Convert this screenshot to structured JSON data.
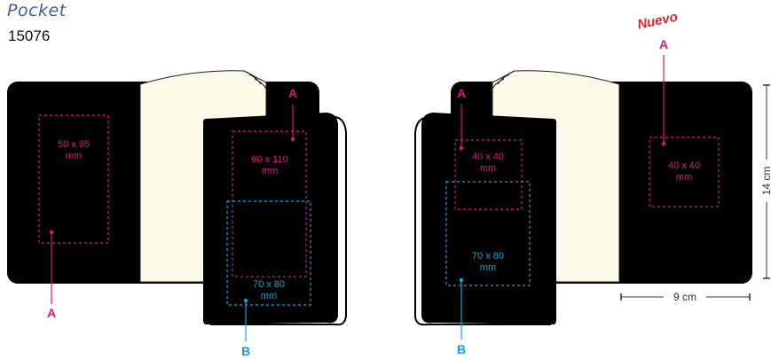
{
  "header": {
    "title": "Pocket",
    "code": "15076"
  },
  "badge": {
    "text": "Nuevo"
  },
  "left_view": {
    "zone_back": {
      "line1": "50 x 95",
      "line2": "mm",
      "letter": "A"
    },
    "zone_front_a": {
      "line1": "60 x 110",
      "line2": "mm",
      "letter": "A"
    },
    "zone_front_b": {
      "line1": "70 x 80",
      "line2": "mm",
      "letter": "B"
    }
  },
  "right_view": {
    "zone_front_a": {
      "line1": "40 x 40",
      "line2": "mm",
      "letter": "A"
    },
    "zone_front_b": {
      "line1": "70 x 80",
      "line2": "mm",
      "letter": "B"
    },
    "zone_back": {
      "line1": "40 x 40",
      "line2": "mm",
      "letter": "A"
    }
  },
  "dimensions": {
    "height": "14 cm",
    "width": "9 cm"
  },
  "colors": {
    "zone_a": "#d6177d",
    "zone_b": "#1a9fd9",
    "cover": "#000000",
    "pages": "#fbf9e8",
    "title": "#3a5ea8",
    "badge": "#e8232e"
  }
}
